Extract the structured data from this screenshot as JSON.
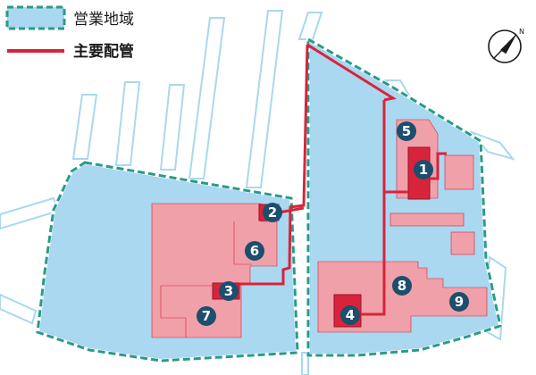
{
  "legend": {
    "service_area_label": "営業地域",
    "main_pipe_label": "主要配管"
  },
  "compass": {
    "north_label": "N"
  },
  "markers": [
    {
      "id": 1,
      "label": "1"
    },
    {
      "id": 2,
      "label": "2"
    },
    {
      "id": 3,
      "label": "3"
    },
    {
      "id": 4,
      "label": "4"
    },
    {
      "id": 5,
      "label": "5"
    },
    {
      "id": 6,
      "label": "6"
    },
    {
      "id": 7,
      "label": "7"
    },
    {
      "id": 8,
      "label": "8"
    },
    {
      "id": 9,
      "label": "9"
    }
  ],
  "colors": {
    "service_area_fill": "#a9d8f0",
    "service_area_border": "#2a9a8a",
    "building_fill": "#f0a0a8",
    "plant_fill": "#d8243a",
    "pipe": "#d8243a",
    "marker_fill": "#1c4e6e",
    "road": "#ffffff"
  }
}
